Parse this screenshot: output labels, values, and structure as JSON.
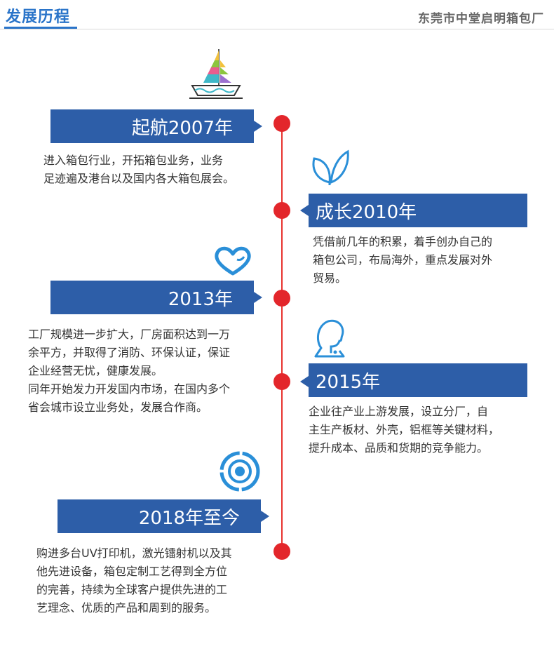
{
  "header": {
    "title": "发展历程",
    "company": "东莞市中堂启明箱包厂"
  },
  "milestones": [
    {
      "label": "起航2007年",
      "icon": "sailboat-icon",
      "text": "进入箱包行业，开拓箱包业务，业务\n足迹遍及港台以及国内各大箱包展会。"
    },
    {
      "label": "成长2010年",
      "icon": "leaf-icon",
      "text": "凭借前几年的积累，着手创办自己的\n箱包公司，布局海外，重点发展对外\n贸易。"
    },
    {
      "label": "2013年",
      "icon": "heart-icon",
      "text": "工厂规模进一步扩大，厂房面积达到一万\n余平方，并取得了消防、环保认证，保证\n企业经营无忧，健康发展。\n同年开始发力开发国内市场，在国内多个\n省会城市设立业务处，发展合作商。"
    },
    {
      "label": "2015年",
      "icon": "person-head-icon",
      "text": "企业往产业上游发展，设立分厂，自\n主生产板材、外壳，铝框等关键材料，\n提升成本、品质和货期的竞争能力。"
    },
    {
      "label": "2018年至今",
      "icon": "target-icon",
      "text": "购进多台UV打印机，激光镭射机以及其\n他先进设备，箱包定制工艺得到全方位\n的完善，持续为全球客户提供先进的工\n艺理念、优质的产品和周到的服务。"
    }
  ],
  "colors": {
    "accent": "#2a74c9",
    "banner": "#2d5ea8",
    "timeline": "#e3262b"
  }
}
